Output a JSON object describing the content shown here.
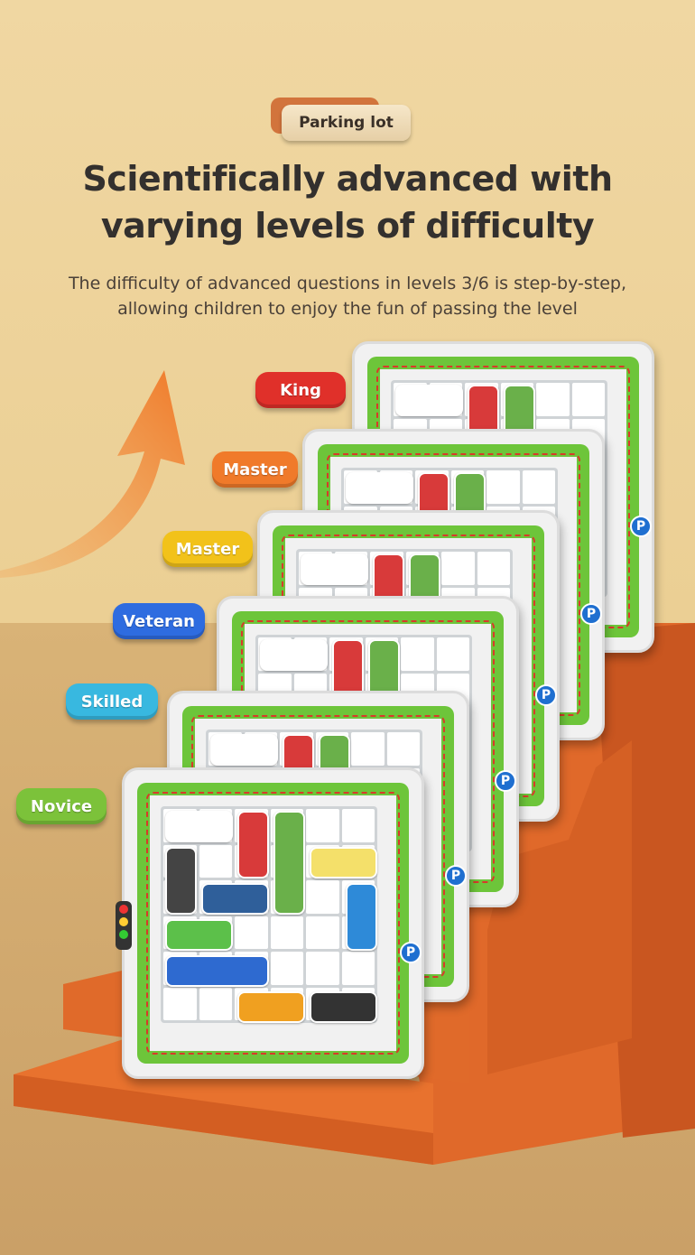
{
  "tag": {
    "label": "Parking lot"
  },
  "headline": {
    "line1": "Scientifically advanced with",
    "line2": "varying levels of difficulty"
  },
  "subtitle": {
    "line1": "The difficulty of advanced questions in levels 3/6 is step-by-step,",
    "line2": "allowing children to enjoy the fun of passing the level"
  },
  "levels": [
    {
      "label": "King",
      "color": "#e0302a"
    },
    {
      "label": "Master",
      "color": "#f07a2a"
    },
    {
      "label": "Master",
      "color": "#f2c21a"
    },
    {
      "label": "Veteran",
      "color": "#2e6ce0"
    },
    {
      "label": "Skilled",
      "color": "#38b8e0"
    },
    {
      "label": "Novice",
      "color": "#7cc23a"
    }
  ],
  "parking_sign": "P",
  "accent": "#f07a2a"
}
